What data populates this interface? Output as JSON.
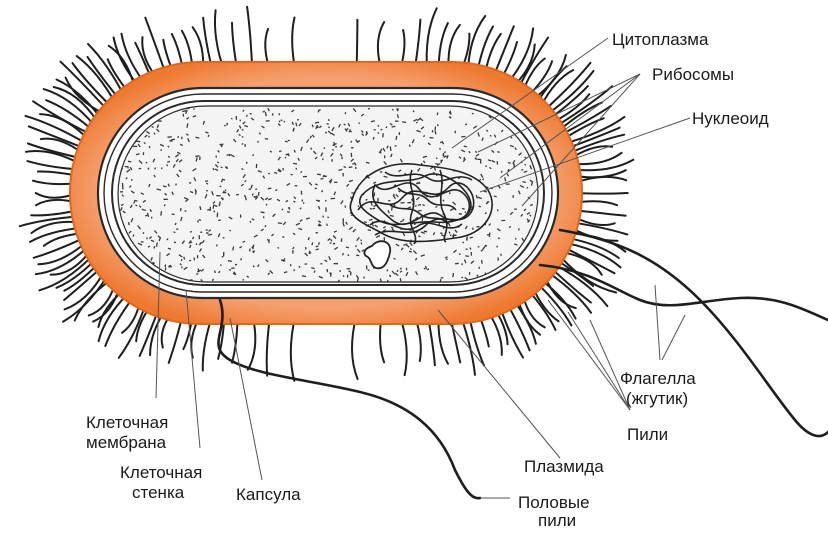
{
  "labels": {
    "cytoplasm": "Цитоплазма",
    "ribosomes": "Рибосомы",
    "nucleoid": "Нуклеоид",
    "flagella_1": "Флагелла",
    "flagella_2": "(жгутик)",
    "pili": "Пили",
    "plasmid": "Плазмида",
    "sex_pili_1": "Половые",
    "sex_pili_2": "пили",
    "capsule": "Капсула",
    "cell_wall_1": "Клеточная",
    "cell_wall_2": "стенка",
    "cell_membrane_1": "Клеточная",
    "cell_membrane_2": "мембрана"
  },
  "colors": {
    "capsule": "#f08a4b",
    "capsule_edge": "#e2661c",
    "cytoplasm_fill": "#f4f4f4",
    "line": "#1e1e1e",
    "speckle": "#3a3a3a"
  }
}
